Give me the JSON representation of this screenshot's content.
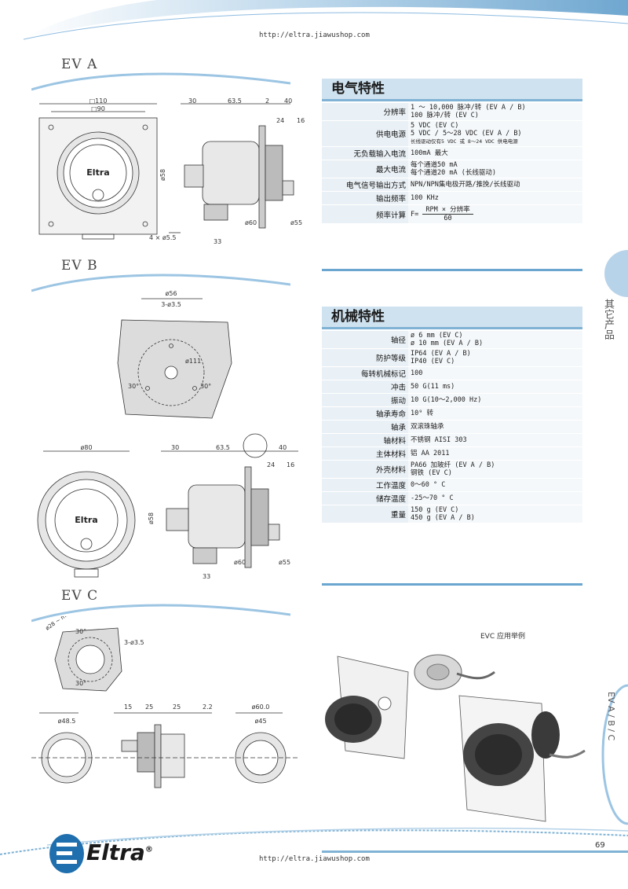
{
  "header": {
    "url": "http://eltra.jiawushop.com"
  },
  "footer": {
    "url": "http://eltra.jiawushop.com",
    "page_number": "69"
  },
  "brand": {
    "logo_text": "Eltra",
    "logo_mark": "®"
  },
  "sections": {
    "ev_a": "EV A",
    "ev_b": "EV B",
    "ev_c": "EV C"
  },
  "side_tab": {
    "category": "其它产品",
    "models": "EV A / B / C"
  },
  "drawings": {
    "ev_a": {
      "dim_110": "□110",
      "dim_90": "□90",
      "holes": "4 × ø5.5",
      "d30": "30",
      "d63_5": "63.5",
      "d2": "2",
      "d40": "40",
      "d24": "24",
      "d16": "16",
      "d58": "ø58",
      "d60": "ø60",
      "d55": "ø55",
      "d33": "33",
      "dial_logo": "Eltra"
    },
    "ev_b": {
      "d56": "ø56",
      "holes": "3-ø3.5",
      "d111": "ø111",
      "a30_left": "30°",
      "a30_right": "30°",
      "d80": "ø80",
      "d30": "30",
      "d63_5": "63.5",
      "d40": "40",
      "d24": "24",
      "d16": "16",
      "d58": "ø58",
      "d60": "ø60",
      "d55": "ø55",
      "d33": "33",
      "dial_logo": "Eltra"
    },
    "ev_c": {
      "d28": "ø28 ~ mm",
      "a30_top": "30°",
      "a30_bottom": "30°",
      "holes": "3-ø3.5",
      "d48_5": "ø48.5",
      "d15": "15",
      "d25a": "25",
      "d25b": "25",
      "d2_2": "2.2",
      "d60_0": "ø60.0",
      "d45": "ø45"
    },
    "app_example": "EVC 应用举例"
  },
  "electrical": {
    "title": "电气特性",
    "rows": [
      {
        "key": "分辨率",
        "lines": [
          "1 ～ 10,000 脉冲/转 (EV A / B)",
          "100 脉冲/转 (EV C)"
        ]
      },
      {
        "key": "供电电源",
        "lines": [
          "5 VDC (EV C)",
          "5 VDC / 5～28 VDC (EV A / B)"
        ],
        "note": "长线驱动仅有5 VDC 或 8～24 VDC 供电电源"
      },
      {
        "key": "无负载输入电流",
        "lines": [
          "100mA 最大"
        ]
      },
      {
        "key": "最大电流",
        "lines": [
          "每个通道50 mA",
          "每个通道20 mA (长线驱动)"
        ]
      },
      {
        "key": "电气信号输出方式",
        "lines": [
          "NPN/NPN集电极开路/推挽/长线驱动"
        ]
      },
      {
        "key": "输出频率",
        "lines": [
          "100 KHz"
        ]
      },
      {
        "key": "频率计算",
        "formula_prefix": "F=",
        "formula_num": "RPM × 分辨率",
        "formula_den": "60"
      }
    ]
  },
  "mechanical": {
    "title": "机械特性",
    "rows": [
      {
        "key": "轴径",
        "lines": [
          "ø 6 mm (EV C)",
          "ø 10 mm (EV A / B)"
        ]
      },
      {
        "key": "防护等级",
        "lines": [
          "IP64 (EV A / B)",
          "IP40 (EV C)"
        ]
      },
      {
        "key": "每转机械标记",
        "lines": [
          "100"
        ]
      },
      {
        "key": "冲击",
        "lines": [
          "50 G(11 ms)"
        ]
      },
      {
        "key": "振动",
        "lines": [
          "10 G(10～2,000 Hz)"
        ]
      },
      {
        "key": "轴承寿命",
        "lines": [
          "10⁹ 转"
        ]
      },
      {
        "key": "轴承",
        "lines": [
          "双滚珠轴承"
        ]
      },
      {
        "key": "轴材料",
        "lines": [
          "不锈钢 AISI 303"
        ]
      },
      {
        "key": "主体材料",
        "lines": [
          "铝 AA 2011"
        ]
      },
      {
        "key": "外壳材料",
        "lines": [
          "PA66 加玻纤 (EV A / B)",
          "钢铁 (EV C)"
        ]
      },
      {
        "key": "工作温度",
        "lines": [
          "0～60 ° C"
        ]
      },
      {
        "key": "储存温度",
        "lines": [
          "-25～70 ° C"
        ]
      },
      {
        "key": "重量",
        "lines": [
          "150 g (EV C)",
          "450 g (EV A / B)"
        ]
      }
    ]
  }
}
